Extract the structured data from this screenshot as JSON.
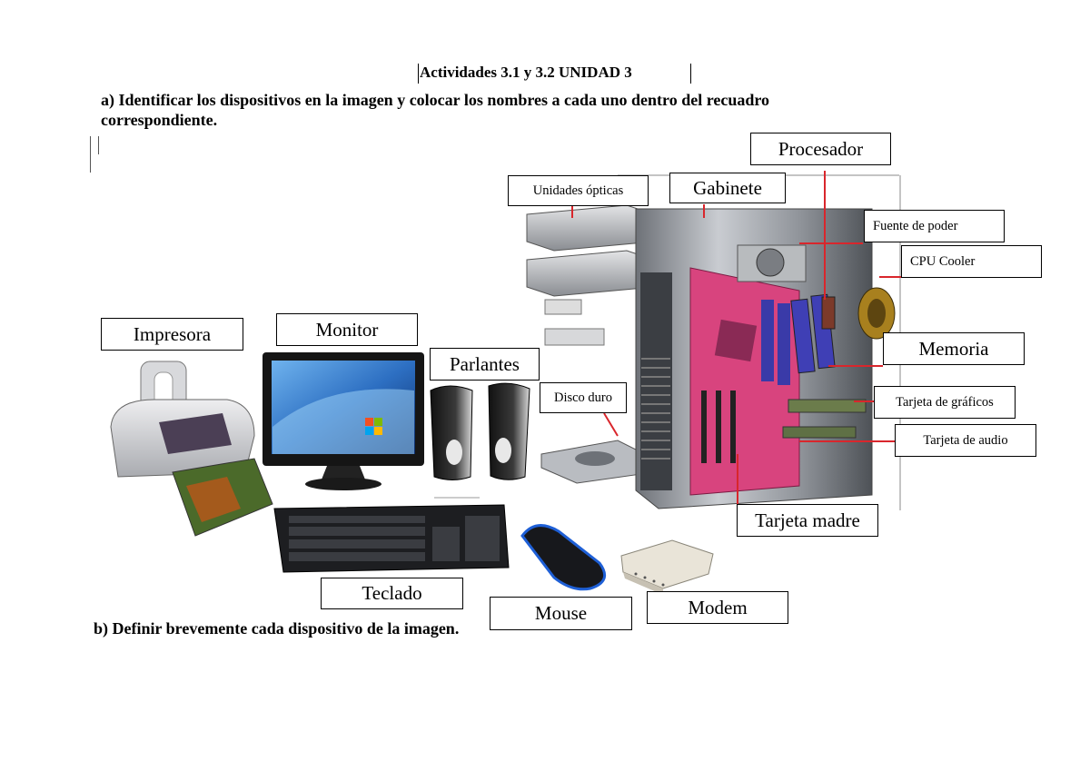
{
  "document": {
    "title": "Actividades 3.1 y 3.2 UNIDAD 3",
    "instruction_a_line1": "a) Identificar los dispositivos en la imagen y colocar los nombres a cada uno dentro del recuadro",
    "instruction_a_line2": "correspondiente.",
    "instruction_b": "b) Definir brevemente cada dispositivo de la imagen."
  },
  "labels": {
    "procesador": "Procesador",
    "unidades_opticas": "Unidades ópticas",
    "gabinete": "Gabinete",
    "fuente_de_poder": "Fuente de poder",
    "cpu_cooler": "CPU Cooler",
    "impresora": "Impresora",
    "monitor": "Monitor",
    "parlantes": "Parlantes",
    "memoria": "Memoria",
    "disco_duro": "Disco duro",
    "tarjeta_graficos": "Tarjeta de gráficos",
    "tarjeta_audio": "Tarjeta de audio",
    "tarjeta_madre": "Tarjeta madre",
    "teclado": "Teclado",
    "mouse": "Mouse",
    "modem": "Modem"
  },
  "colors": {
    "leader_line": "#d9262c",
    "motherboard": "#d8447e",
    "case_gray": "#9a9ea4",
    "screen_blue": "#2d6fc2"
  }
}
